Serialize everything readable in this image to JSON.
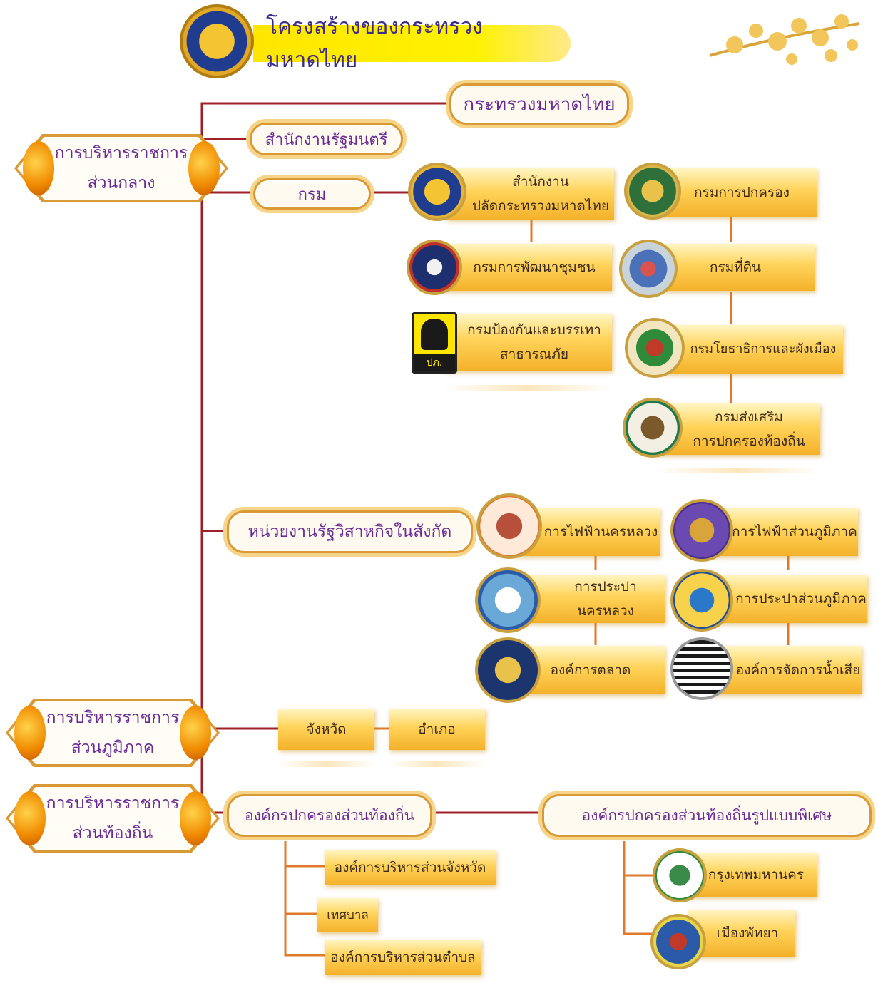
{
  "title": "โครงสร้างของกระทรวงมหาดไทย",
  "ministry": "กระทรวงมหาดไทย",
  "central": {
    "banner": [
      "การบริหารราชการ",
      "ส่วนกลาง"
    ],
    "pm_office": "สำนักงานรัฐมนตรี",
    "department_label": "กรม",
    "departments": {
      "permanent_secretary": [
        "สำนักงาน",
        "ปลัดกระทรวงมหาดไทย"
      ],
      "provincial_admin": "กรมการปกครอง",
      "community_dev": "กรมการพัฒนาชุมชน",
      "lands": "กรมที่ดิน",
      "disaster": [
        "กรมป้องกันและบรรเทา",
        "สาธารณภัย"
      ],
      "public_works": "กรมโยธาธิการและผังเมือง",
      "local_promotion": [
        "กรมส่งเสริม",
        "การปกครองท้องถิ่น"
      ]
    },
    "dssp_logo_text": "ปภ.",
    "state_enterprise_label": "หน่วยงานรัฐวิสาหกิจในสังกัด",
    "enterprises": {
      "mea": "การไฟฟ้านครหลวง",
      "pea": "การไฟฟ้าส่วนภูมิภาค",
      "mwa": "การประปานครหลวง",
      "pwa": "การประปาส่วนภูมิภาค",
      "marketing": "องค์การตลาด",
      "wastewater": "องค์การจัดการน้ำเสีย"
    }
  },
  "regional": {
    "banner": [
      "การบริหารราชการ",
      "ส่วนภูมิภาค"
    ],
    "province": "จังหวัด",
    "district": "อำเภอ"
  },
  "local": {
    "banner": [
      "การบริหารราชการ",
      "ส่วนท้องถิ่น"
    ],
    "general_label": "องค์กรปกครองส่วนท้องถิ่น",
    "special_label": "องค์กรปกครองส่วนท้องถิ่นรูปแบบพิเศษ",
    "general_items": [
      "องค์การบริหารส่วนจังหวัด",
      "เทศบาล",
      "องค์การบริหารส่วนตำบล"
    ],
    "special_items": [
      "กรุงเทพมหานคร",
      "เมืองพัทยา"
    ]
  },
  "colors": {
    "line": "#a0202a",
    "line_orange": "#e07a2a",
    "title_yellow": "#fff200",
    "gold": "#f4b12a",
    "label_purple": "#6a2a95"
  }
}
